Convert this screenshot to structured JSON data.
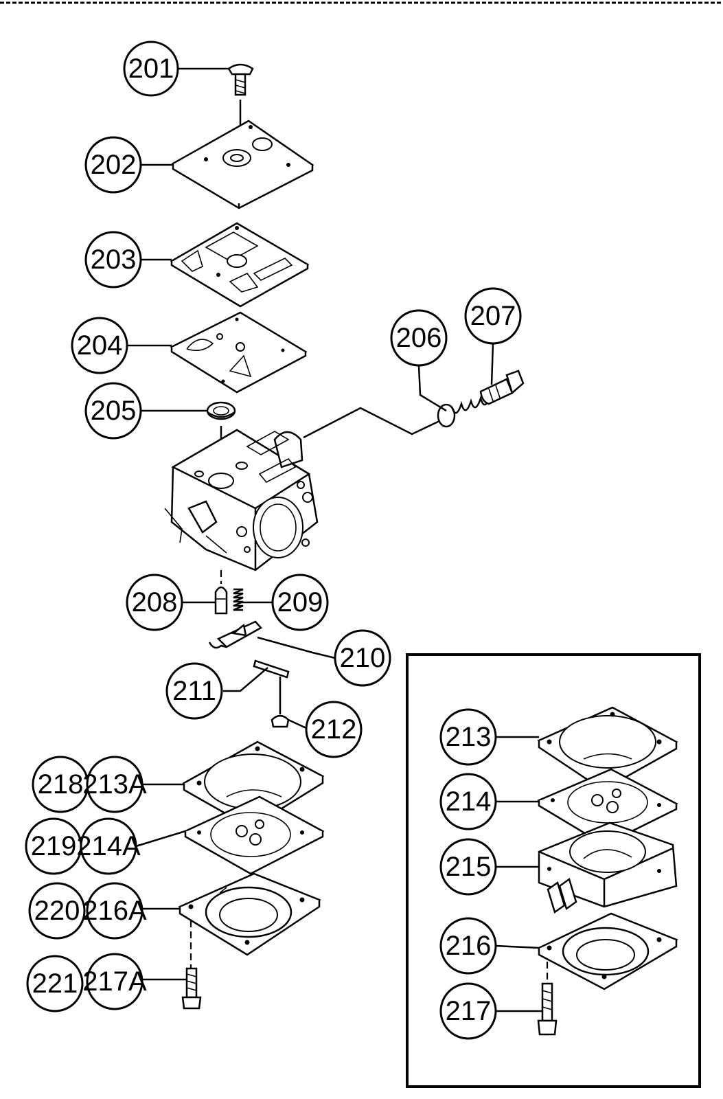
{
  "diagram": {
    "callouts": {
      "c201": "201",
      "c202": "202",
      "c203": "203",
      "c204": "204",
      "c205": "205",
      "c206": "206",
      "c207": "207",
      "c208": "208",
      "c209": "209",
      "c210": "210",
      "c211": "211",
      "c212": "212",
      "c218": "218",
      "c213A": "213A",
      "c219": "219",
      "c214A": "214A",
      "c220": "220",
      "c216A": "216A",
      "c221": "221",
      "c217A": "217A"
    },
    "inset_callouts": {
      "c213": "213",
      "c214": "214",
      "c215": "215",
      "c216": "216",
      "c217": "217"
    }
  }
}
